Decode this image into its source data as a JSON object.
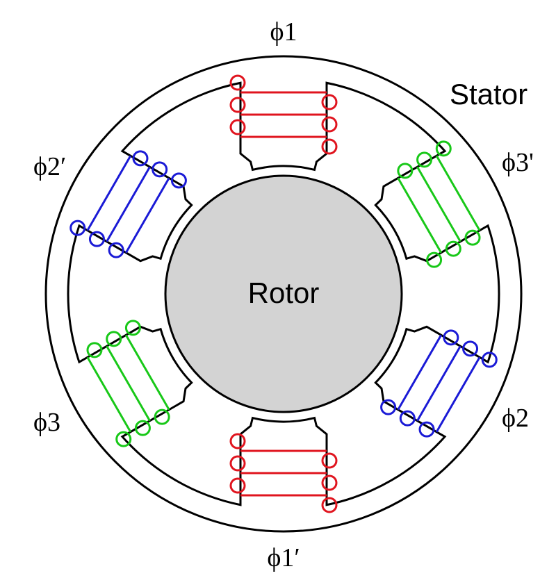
{
  "labels": {
    "stator": "Stator",
    "rotor": "Rotor",
    "phase1": "ϕ1",
    "phase1_prime": "ϕ1′",
    "phase2": "ϕ2",
    "phase2_prime": "ϕ2′",
    "phase3": "ϕ3",
    "phase3_prime": "ϕ3'"
  },
  "colors": {
    "outline": "#000000",
    "rotor_fill": "#d3d3d3",
    "phase1": "#e0141e",
    "phase2": "#1a1ad6",
    "phase3": "#18c818"
  },
  "poles": [
    {
      "id": "pole-phase1-top",
      "phase": "phase1",
      "angle_deg": 270
    },
    {
      "id": "pole-phase3-prime",
      "phase": "phase3",
      "angle_deg": 330
    },
    {
      "id": "pole-phase2",
      "phase": "phase2",
      "angle_deg": 30
    },
    {
      "id": "pole-phase1-prime",
      "phase": "phase1",
      "angle_deg": 90
    },
    {
      "id": "pole-phase3",
      "phase": "phase3",
      "angle_deg": 150
    },
    {
      "id": "pole-phase2-prime",
      "phase": "phase2",
      "angle_deg": 210
    }
  ]
}
